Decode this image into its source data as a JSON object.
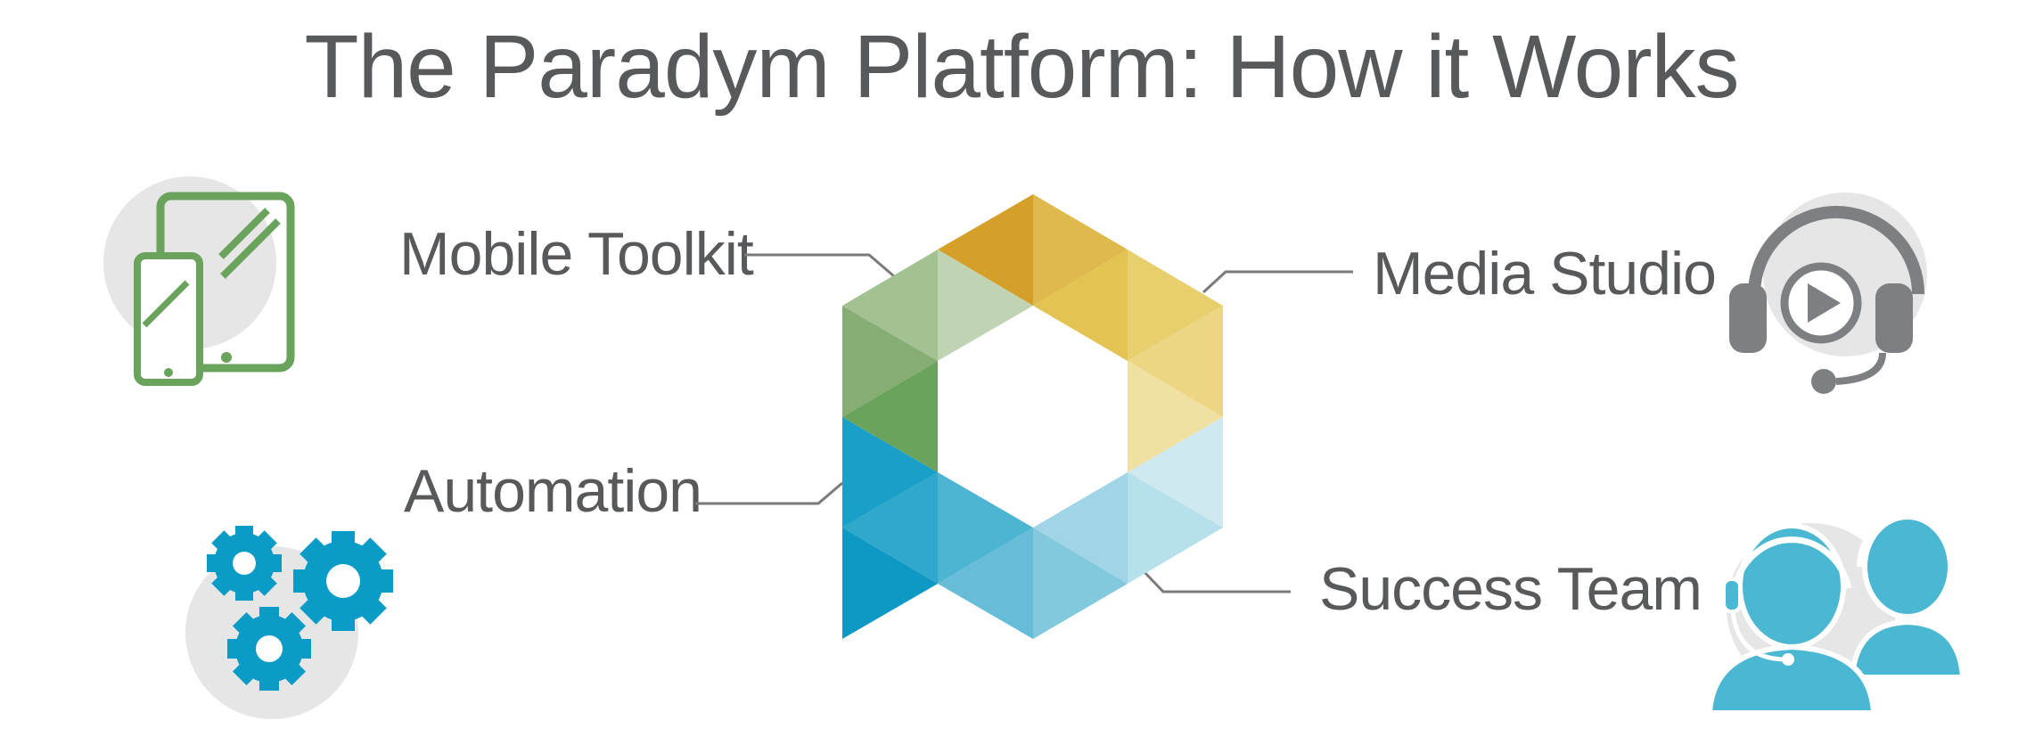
{
  "title": "The Paradym Platform: How it Works",
  "labels": {
    "mobile_toolkit": "Mobile Toolkit",
    "media_studio": "Media Studio",
    "automation": "Automation",
    "success_team": "Success Team"
  },
  "colors": {
    "text": "#58595b",
    "connector": "#7a7a7a",
    "bubble": "#e6e6e6",
    "green": "#6aa35c",
    "gold": "#d9a82b",
    "blue": "#0a9cc7",
    "light_blue": "#4bb8d3",
    "gray_icon": "#7d7f82"
  },
  "icons": {
    "devices": "mobile-devices-icon",
    "headset": "headset-play-icon",
    "gears": "gears-icon",
    "team": "support-team-icon"
  }
}
